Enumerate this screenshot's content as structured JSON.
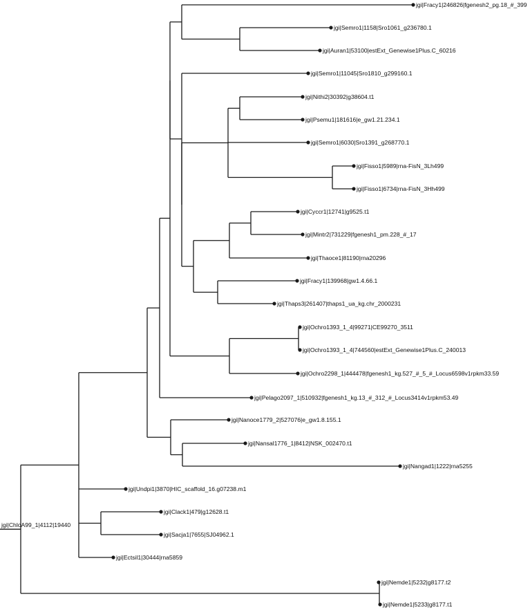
{
  "tree": {
    "root_label": "jgi|ChloA99_1|4112|19440",
    "leaves": [
      {
        "id": "L1",
        "label": "jgi|Fracy1|246826|fgenesh2_pg.18_#_399"
      },
      {
        "id": "L2",
        "label": "jgi|Semro1|1158|Sro1061_g236780.1"
      },
      {
        "id": "L3",
        "label": "jgi|Auran1|53100|estExt_Genewise1Plus.C_60216"
      },
      {
        "id": "L4",
        "label": "jgi|Semro1|11045|Sro1810_g299160.1"
      },
      {
        "id": "L5",
        "label": "jgi|Nithi2|30392|g38604.t1"
      },
      {
        "id": "L6",
        "label": "jgi|Psemu1|181616|e_gw1.21.234.1"
      },
      {
        "id": "L7",
        "label": "jgi|Semro1|6030|Sro1391_g268770.1"
      },
      {
        "id": "L8",
        "label": "jgi|Fisso1|5989|rna-FisN_3Lh499"
      },
      {
        "id": "L9",
        "label": "jgi|Fisso1|6734|rna-FisN_3Hh499"
      },
      {
        "id": "L10",
        "label": "jgi|Cyccr1|12741|g9525.t1"
      },
      {
        "id": "L11",
        "label": "jgi|Mintr2|731229|fgenesh1_pm.228_#_17"
      },
      {
        "id": "L12",
        "label": "jgi|Thaoce1|81190|rna20296"
      },
      {
        "id": "L13",
        "label": "jgi|Fracy1|139968|gw1.4.66.1"
      },
      {
        "id": "L14",
        "label": "jgi|Thaps3|261407|thaps1_ua_kg.chr_2000231"
      },
      {
        "id": "L15",
        "label": "jgi|Ochro1393_1_4|99271|CE99270_3511"
      },
      {
        "id": "L16",
        "label": "jgi|Ochro1393_1_4|744560|estExt_Genewise1Plus.C_240013"
      },
      {
        "id": "L17",
        "label": "jgi|Ochro2298_1|444478|fgenesh1_kg.527_#_5_#_Locus6598v1rpkm33.59"
      },
      {
        "id": "L18",
        "label": "jgi|Pelago2097_1|510932|fgenesh1_kg.13_#_312_#_Locus3414v1rpkm53.49"
      },
      {
        "id": "L19",
        "label": "jgi|Nanoce1779_2|527076|e_gw1.8.155.1"
      },
      {
        "id": "L20",
        "label": "jgi|Nansal1776_1|8412|NSK_002470.t1"
      },
      {
        "id": "L21",
        "label": "jgi|Nangad1|1222|rna5255"
      },
      {
        "id": "L22",
        "label": "jgi|Undpi1|3870|HIC_scaffold_16.g07238.m1"
      },
      {
        "id": "L23",
        "label": "jgi|Clack1|479|g12628.t1"
      },
      {
        "id": "L24",
        "label": "jgi|Sacja1|7655|SJ04962.1"
      },
      {
        "id": "L25",
        "label": "jgi|Ectsil1|30444|rna5859"
      },
      {
        "id": "L26",
        "label": "jgi|Nemde1|5232|g8177.t2"
      },
      {
        "id": "L27",
        "label": "jgi|Nemde1|5233|g8177.t1"
      }
    ]
  }
}
